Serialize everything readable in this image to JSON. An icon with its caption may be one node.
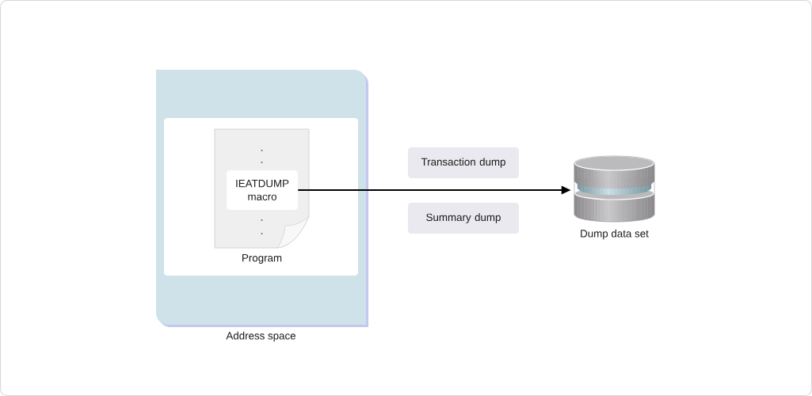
{
  "diagram": {
    "nodes": [
      {
        "text": [
          "Address space"
        ]
      },
      {
        "text": [],
        "shape": "box",
        "in": 0
      },
      {
        "text": [
          "Program"
        ],
        "in": 1
      },
      {
        "text": [
          "IEATDUMP macro"
        ],
        "in": 2
      },
      {
        "text": [
          "Transaction dump"
        ]
      },
      {
        "text": [
          "Summary dump"
        ]
      },
      {
        "text": [
          "Dump data set"
        ]
      }
    ],
    "edges": [
      {
        "from": 3,
        "to": 6,
        "arrow": "to"
      }
    ]
  }
}
